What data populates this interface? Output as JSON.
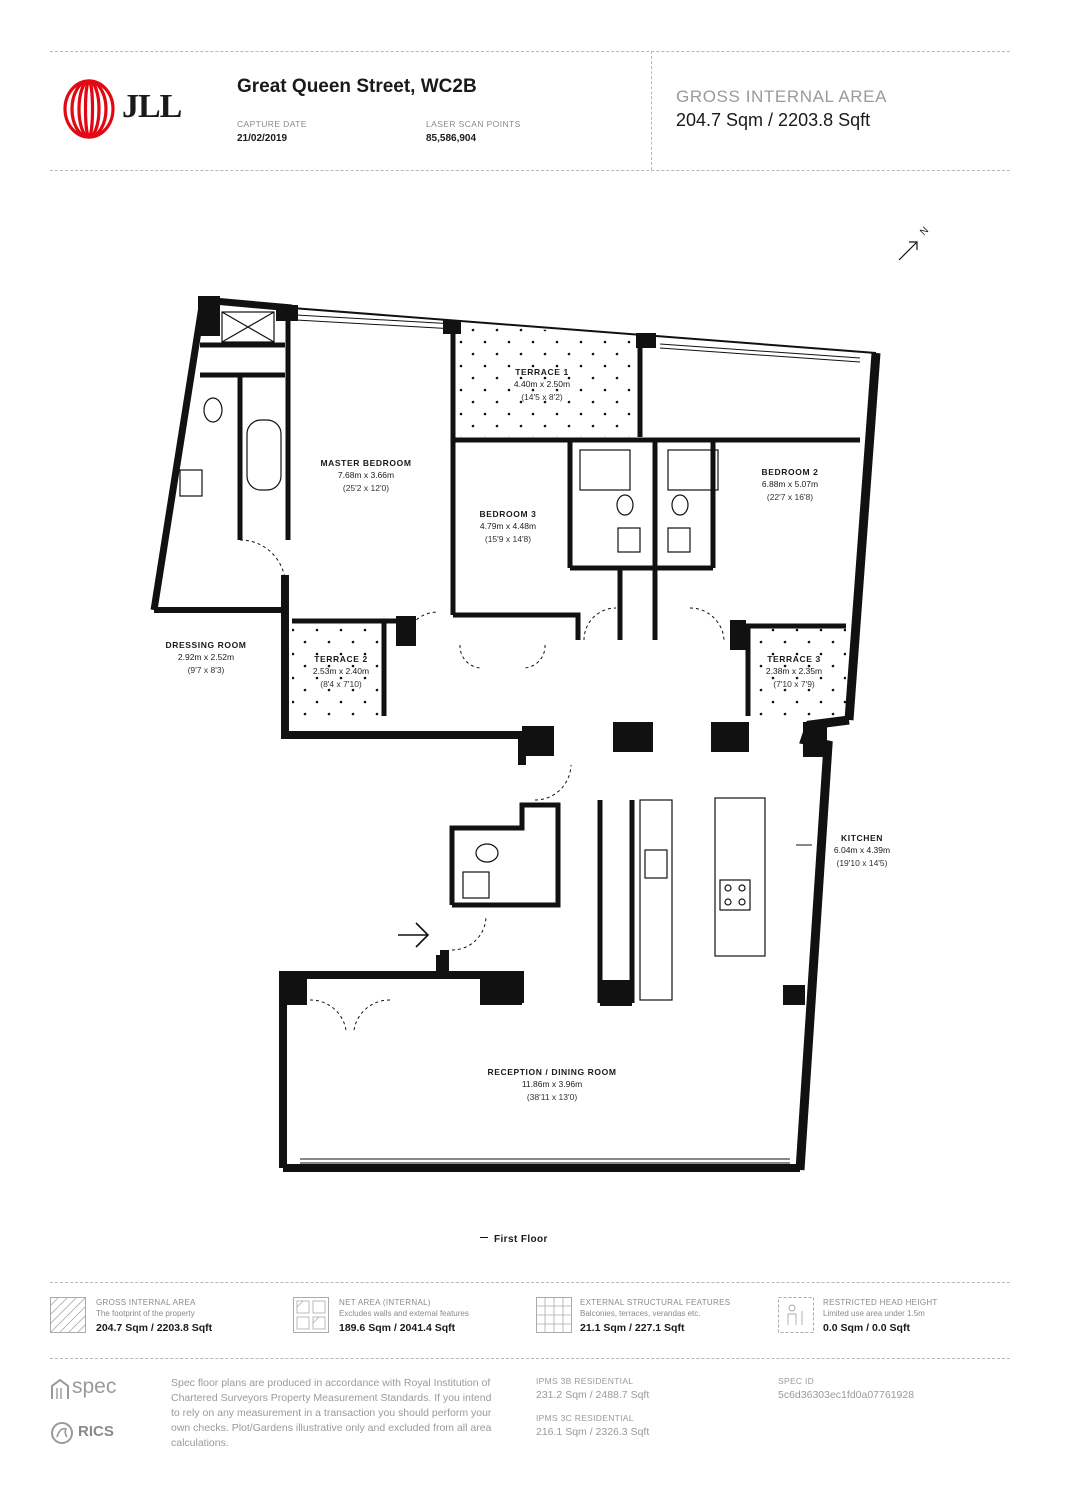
{
  "header": {
    "brand": "JLL",
    "title": "Great Queen Street, WC2B",
    "capture_date_label": "CAPTURE DATE",
    "capture_date": "21/02/2019",
    "laser_scan_label": "LASER SCAN POINTS",
    "laser_scan_points": "85,586,904",
    "gia_label": "GROSS INTERNAL AREA",
    "gia_value": "204.7 Sqm / 2203.8 Sqft"
  },
  "north_label": "N",
  "rooms": [
    {
      "name": "TERRACE 1",
      "dim": "4.40m x 2.50m",
      "imp": "(14'5 x 8'2)"
    },
    {
      "name": "MASTER BEDROOM",
      "dim": "7.68m x 3.66m",
      "imp": "(25'2 x 12'0)"
    },
    {
      "name": "BEDROOM 3",
      "dim": "4.79m x 4.48m",
      "imp": "(15'9 x 14'8)"
    },
    {
      "name": "BEDROOM 2",
      "dim": "6.88m x 5.07m",
      "imp": "(22'7 x 16'8)"
    },
    {
      "name": "DRESSING ROOM",
      "dim": "2.92m x 2.52m",
      "imp": "(9'7 x 8'3)"
    },
    {
      "name": "TERRACE 2",
      "dim": "2.53m x 2.40m",
      "imp": "(8'4 x 7'10)"
    },
    {
      "name": "TERRACE 3",
      "dim": "2.38m x 2.35m",
      "imp": "(7'10 x 7'9)"
    },
    {
      "name": "KITCHEN",
      "dim": "6.04m x 4.39m",
      "imp": "(19'10 x 14'5)"
    },
    {
      "name": "RECEPTION / DINING ROOM",
      "dim": "11.86m x 3.96m",
      "imp": "(38'11 x 13'0)"
    }
  ],
  "floor_label": "First Floor",
  "legend": [
    {
      "title": "GROSS INTERNAL AREA",
      "desc": "The footprint of the property",
      "value": "204.7 Sqm / 2203.8 Sqft",
      "icon": "gia-hatch-icon"
    },
    {
      "title": "NET AREA (INTERNAL)",
      "desc": "Excludes walls and external features",
      "value": "189.6 Sqm / 2041.4 Sqft",
      "icon": "net-area-icon"
    },
    {
      "title": "EXTERNAL STRUCTURAL FEATURES",
      "desc": "Balconies, terraces, verandas etc.",
      "value": "21.1 Sqm / 227.1 Sqft",
      "icon": "grid-icon"
    },
    {
      "title": "RESTRICTED HEAD HEIGHT",
      "desc": "Limited use area under 1.5m",
      "value": "0.0 Sqm / 0.0 Sqft",
      "icon": "person-icon"
    }
  ],
  "footer": {
    "spec_brand": "spec",
    "rics_brand": "RICS",
    "disclaimer": "Spec floor plans are produced in accordance with Royal Institution of Chartered Surveyors Property Measurement Standards. If you intend to rely on any measurement in a transaction you should perform your own checks. Plot/Gardens illustrative only and excluded from all area calculations.",
    "ipms3b_label": "IPMS 3B RESIDENTIAL",
    "ipms3b_value": "231.2 Sqm / 2488.7 Sqft",
    "ipms3c_label": "IPMS 3C RESIDENTIAL",
    "ipms3c_value": "216.1 Sqm / 2326.3 Sqft",
    "spec_id_label": "SPEC ID",
    "spec_id": "5c6d36303ec1fd0a07761928"
  },
  "colors": {
    "brand_red": "#e30613",
    "wall": "#111111",
    "muted": "#9a9a9a"
  }
}
